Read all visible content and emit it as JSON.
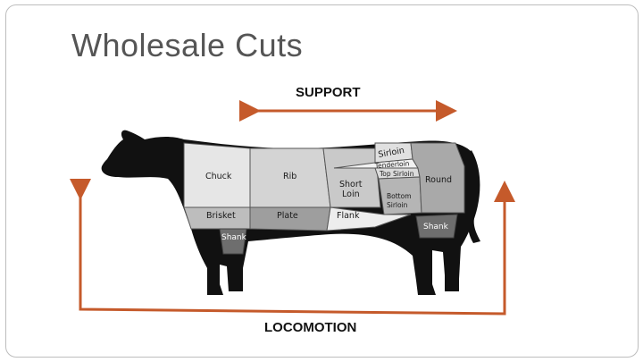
{
  "slide": {
    "title": "Wholesale Cuts",
    "support_label": "SUPPORT",
    "locomotion_label": "LOCOMOTION"
  },
  "cuts": {
    "chuck": "Chuck",
    "rib": "Rib",
    "short_loin_line1": "Short",
    "short_loin_line2": "Loin",
    "sirloin": "Sirloin",
    "tenderloin": "Tenderloin",
    "top_sirloin": "Top Sirloin",
    "bottom_sirloin_line1": "Bottom",
    "bottom_sirloin_line2": "Sirloin",
    "round": "Round",
    "brisket": "Brisket",
    "plate": "Plate",
    "flank": "Flank",
    "shank_front": "Shank",
    "shank_rear": "Shank"
  },
  "colors": {
    "arrow": "#c55a2b",
    "title": "#555555",
    "cow_body": "#111111",
    "cut_light": "#e6e6e6",
    "cut_mid": "#c9c9c9",
    "cut_dark": "#a9a9a9"
  }
}
